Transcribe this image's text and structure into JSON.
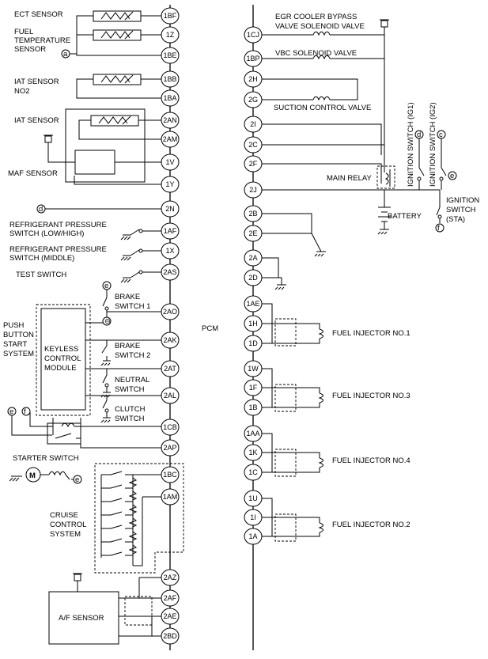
{
  "labels": {
    "ect_sensor": "ECT SENSOR",
    "fuel_temp_1": "FUEL",
    "fuel_temp_2": "TEMPERATURE",
    "fuel_temp_3": "SENSOR",
    "iat_no2_1": "IAT SENSOR",
    "iat_no2_2": "NO2",
    "iat_sensor": "IAT SENSOR",
    "maf_sensor": "MAF SENSOR",
    "refrig_hl_1": "REFRIGERANT PRESSURE",
    "refrig_hl_2": "SWITCH (LOW/HIGH)",
    "refrig_mid_1": "REFRIGERANT PRESSURE",
    "refrig_mid_2": "SWITCH (MIDDLE)",
    "test_switch": "TEST SWITCH",
    "brake1_1": "BRAKE",
    "brake1_2": "SWITCH 1",
    "brake2_1": "BRAKE",
    "brake2_2": "SWITCH 2",
    "neutral_1": "NEUTRAL",
    "neutral_2": "SWITCH",
    "clutch_1": "CLUTCH",
    "clutch_2": "SWITCH",
    "push_1": "PUSH",
    "push_2": "BUTTON",
    "push_3": "START",
    "push_4": "SYSTEM",
    "keyless_1": "KEYLESS",
    "keyless_2": "CONTROL",
    "keyless_3": "MODULE",
    "starter_switch": "STARTER SWITCH",
    "motor": "M",
    "cruise_1": "CRUISE",
    "cruise_2": "CONTROL",
    "cruise_3": "SYSTEM",
    "af_sensor": "A/F SENSOR",
    "pcm": "PCM",
    "egr_1": "EGR COOLER BYPASS",
    "egr_2": "VALVE SOLENOID VALVE",
    "vbc": "VBC SOLENOID VALVE",
    "suction": "SUCTION CONTROL VALVE",
    "main_relay": "MAIN RELAY",
    "battery": "BATTERY",
    "ign_ig1": "IGNITION SWITCH (IG1)",
    "ign_ig2": "IGNITION SWITCH (IG2)",
    "ign_sta_1": "IGNITION",
    "ign_sta_2": "SWITCH",
    "ign_sta_3": "(STA)",
    "inj1": "FUEL INJECTOR NO.1",
    "inj3": "FUEL INJECTOR NO.3",
    "inj4": "FUEL INJECTOR NO.4",
    "inj2": "FUEL INJECTOR NO.2"
  },
  "refs": {
    "a": "a",
    "c": "c",
    "d": "d",
    "e": "e",
    "f": "f"
  },
  "left_pins": [
    "1BF",
    "1Z",
    "1BE",
    "1BB",
    "1BA",
    "2AN",
    "2AM",
    "1V",
    "1Y",
    "2N",
    "1AF",
    "1X",
    "2AS",
    "2AO",
    "2AK",
    "2AT",
    "2AL",
    "1CB",
    "2AP",
    "1BC",
    "1AM",
    "2AZ",
    "2AF",
    "2AE",
    "2BD"
  ],
  "right_pins": [
    "1CJ",
    "1BP",
    "2H",
    "2G",
    "2I",
    "2C",
    "2F",
    "2J",
    "2B",
    "2E",
    "2A",
    "2D",
    "1AE",
    "1H",
    "1D",
    "1W",
    "1F",
    "1B",
    "1AA",
    "1K",
    "1C",
    "1U",
    "1I",
    "1A"
  ]
}
